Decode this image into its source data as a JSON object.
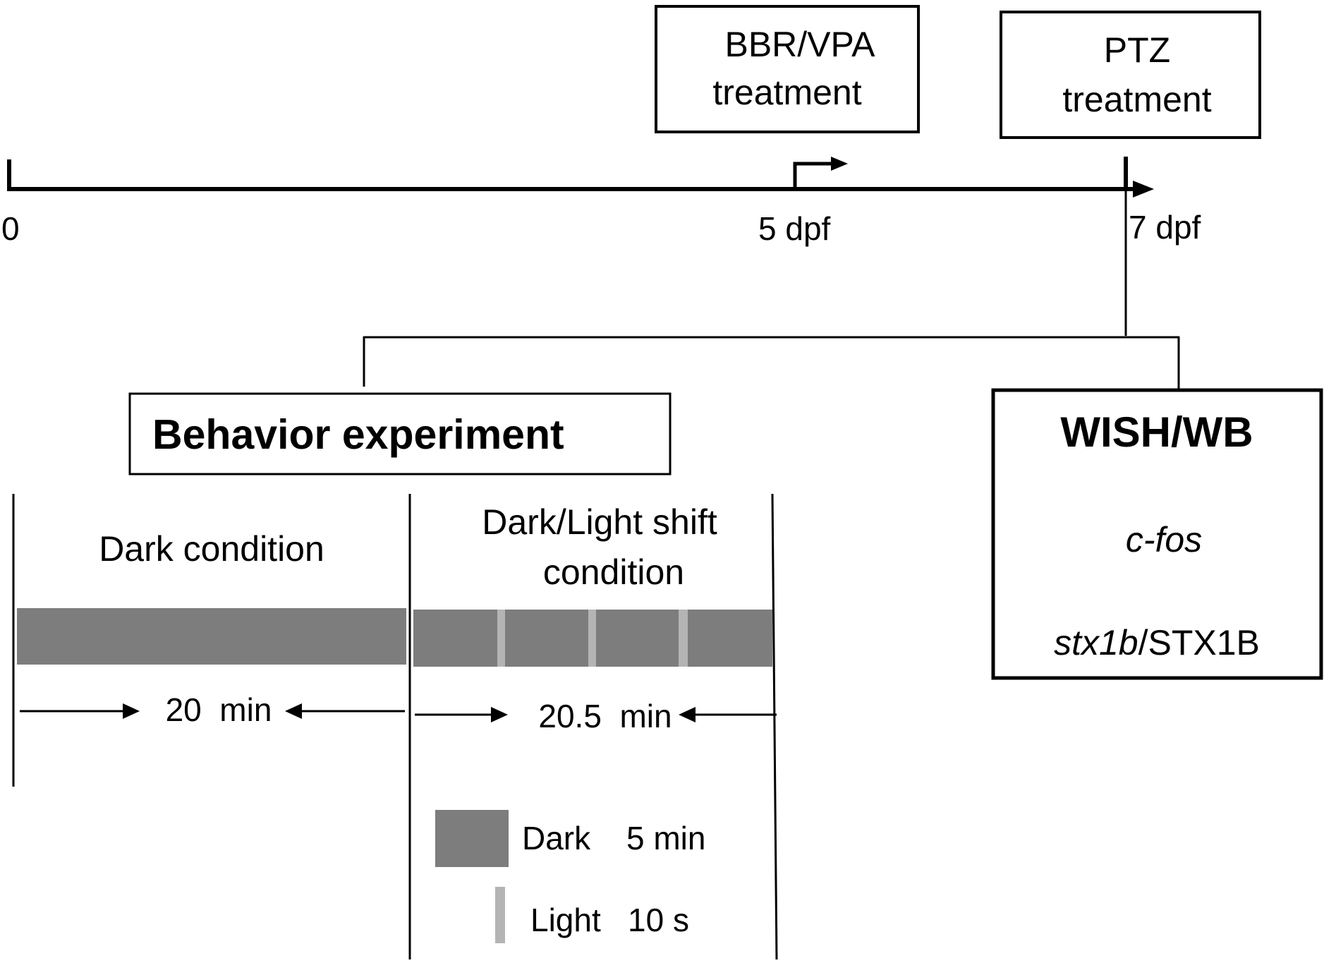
{
  "colors": {
    "stroke": "#000000",
    "dark_bar": "#7d7d7d",
    "light_flash": "#b4b4b4",
    "background": "#ffffff"
  },
  "timeline": {
    "start_label": "0",
    "mid_label": "5 dpf",
    "end_label": "7 dpf"
  },
  "boxes": {
    "bbr_vpa": {
      "line1": "BBR/VPA",
      "line2": "treatment"
    },
    "ptz": {
      "line1": "PTZ",
      "line2": "treatment"
    },
    "behavior": {
      "title": "Behavior experiment"
    },
    "wish": {
      "title": "WISH/WB",
      "gene1": "c-fos",
      "gene2_italic": "stx1b",
      "gene2_rest": "/STX1B"
    }
  },
  "behavior_conditions": {
    "dark_title": "Dark condition",
    "shift_title_line1": "Dark/Light shift",
    "shift_title_line2": "condition",
    "dark_duration": "20  min",
    "shift_duration": "20.5  min"
  },
  "legend": {
    "dark_label": "Dark",
    "dark_duration": "5 min",
    "light_label": "Light",
    "light_duration": "10 s"
  }
}
